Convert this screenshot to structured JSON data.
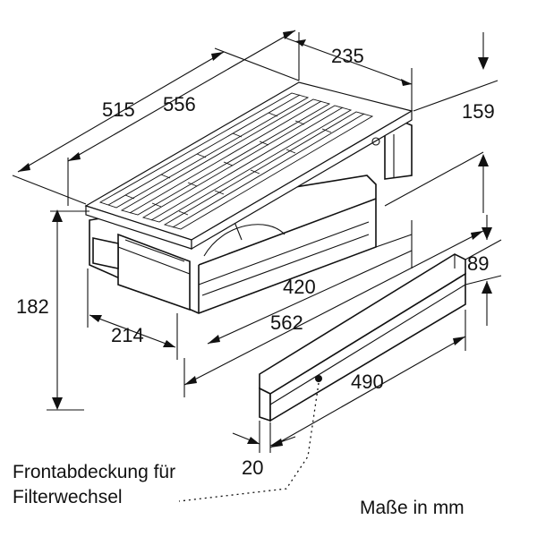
{
  "dimensions": {
    "depth_outer": "515",
    "depth_total": "556",
    "width_top": "235",
    "height_top_unit": "159",
    "height_total": "182",
    "inner_depth": "420",
    "base_width": "214",
    "base_length": "562",
    "cover_height": "89",
    "cover_length": "490",
    "cover_thickness": "20"
  },
  "labels": {
    "front_cover_line1": "Frontabdeckung für",
    "front_cover_line2": "Filterwechsel",
    "units": "Maße in mm"
  }
}
